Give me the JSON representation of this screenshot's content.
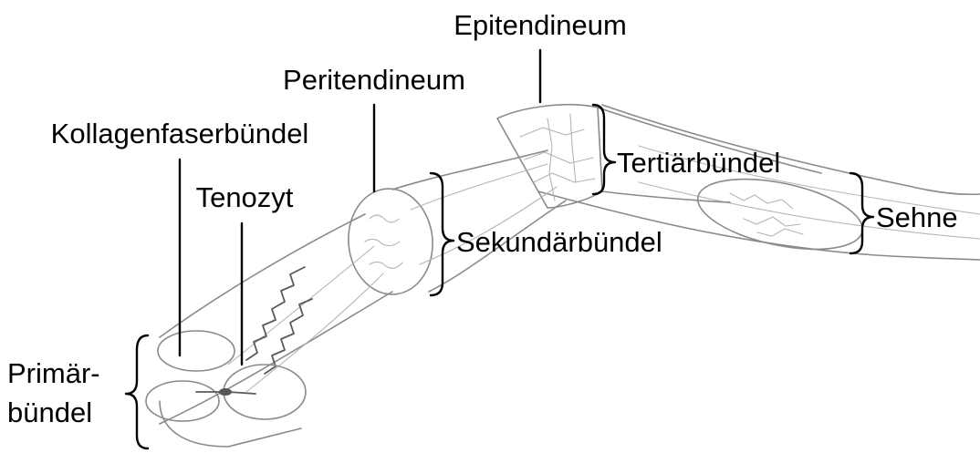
{
  "diagram": {
    "labels": {
      "epitendineum": "Epitendineum",
      "peritendineum": "Peritendineum",
      "kollagenfaserbuendel": "Kollagenfaserbündel",
      "tenozyt": "Tenozyt",
      "tertiaerbuendel": "Tertiärbündel",
      "sekundaerbuendel": "Sekundärbündel",
      "sehne": "Sehne",
      "primaer_line1": "Primär-",
      "primaer_line2": "bündel"
    },
    "colors": {
      "pencil": "#8a8a8a",
      "label": "#000000",
      "background": "#ffffff"
    }
  }
}
